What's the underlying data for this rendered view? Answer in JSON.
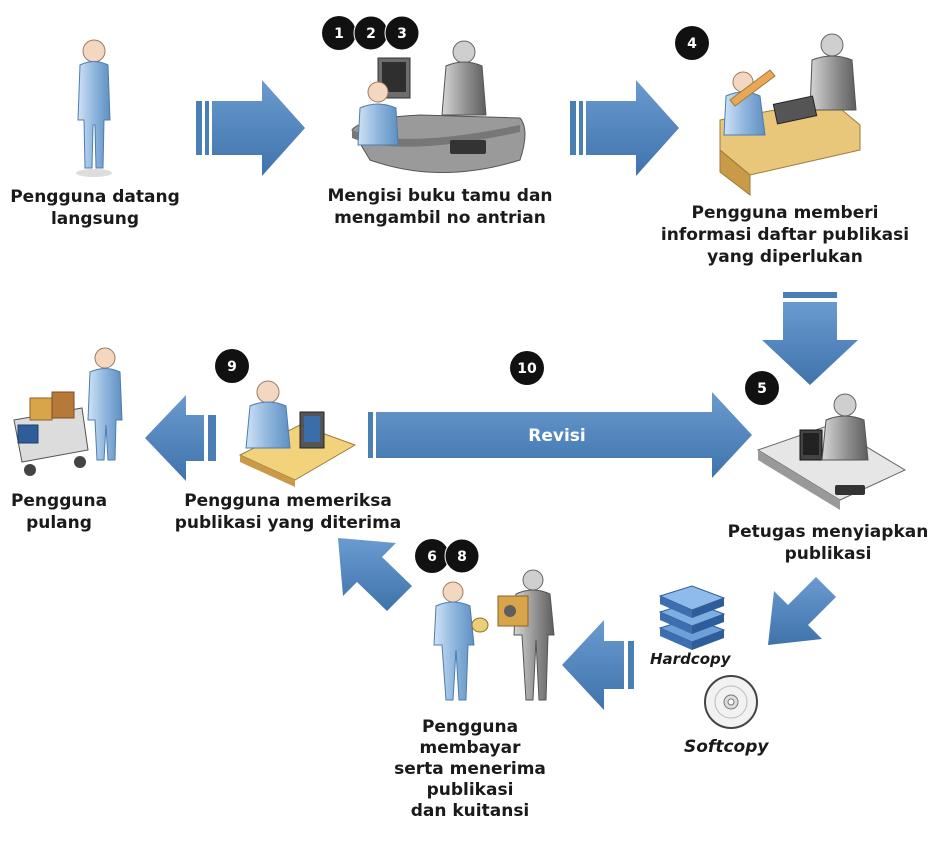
{
  "steps": {
    "s1": [
      "Pengguna datang",
      "langsung"
    ],
    "s2": [
      "Mengisi buku tamu dan",
      "mengambil no antrian"
    ],
    "s3": [
      "Pengguna memberi",
      "informasi daftar publikasi",
      "yang diperlukan"
    ],
    "s4": [
      "Petugas menyiapkan",
      "publikasi"
    ],
    "s5": [
      "Pengguna",
      "membayar",
      "serta menerima",
      "publikasi",
      "dan kuitansi"
    ],
    "s6": [
      "Pengguna memeriksa",
      "publikasi yang diterima"
    ],
    "s7": [
      "Pengguna",
      "pulang"
    ]
  },
  "badges": {
    "b1": "1",
    "b2": "2",
    "b3": "3",
    "b4": "4",
    "b5": "5",
    "b6": "6",
    "b8": "8",
    "b9": "9",
    "b10": "10"
  },
  "revisi_label": "Revisi",
  "media": {
    "hardcopy": "Hardcopy",
    "softcopy": "Softcopy"
  },
  "colors": {
    "arrow": "#4a7fb5",
    "badge": "#111111",
    "person_blue": "#8fb6dd",
    "person_gray": "#8a8a8a",
    "desk": "#e8c77a"
  }
}
